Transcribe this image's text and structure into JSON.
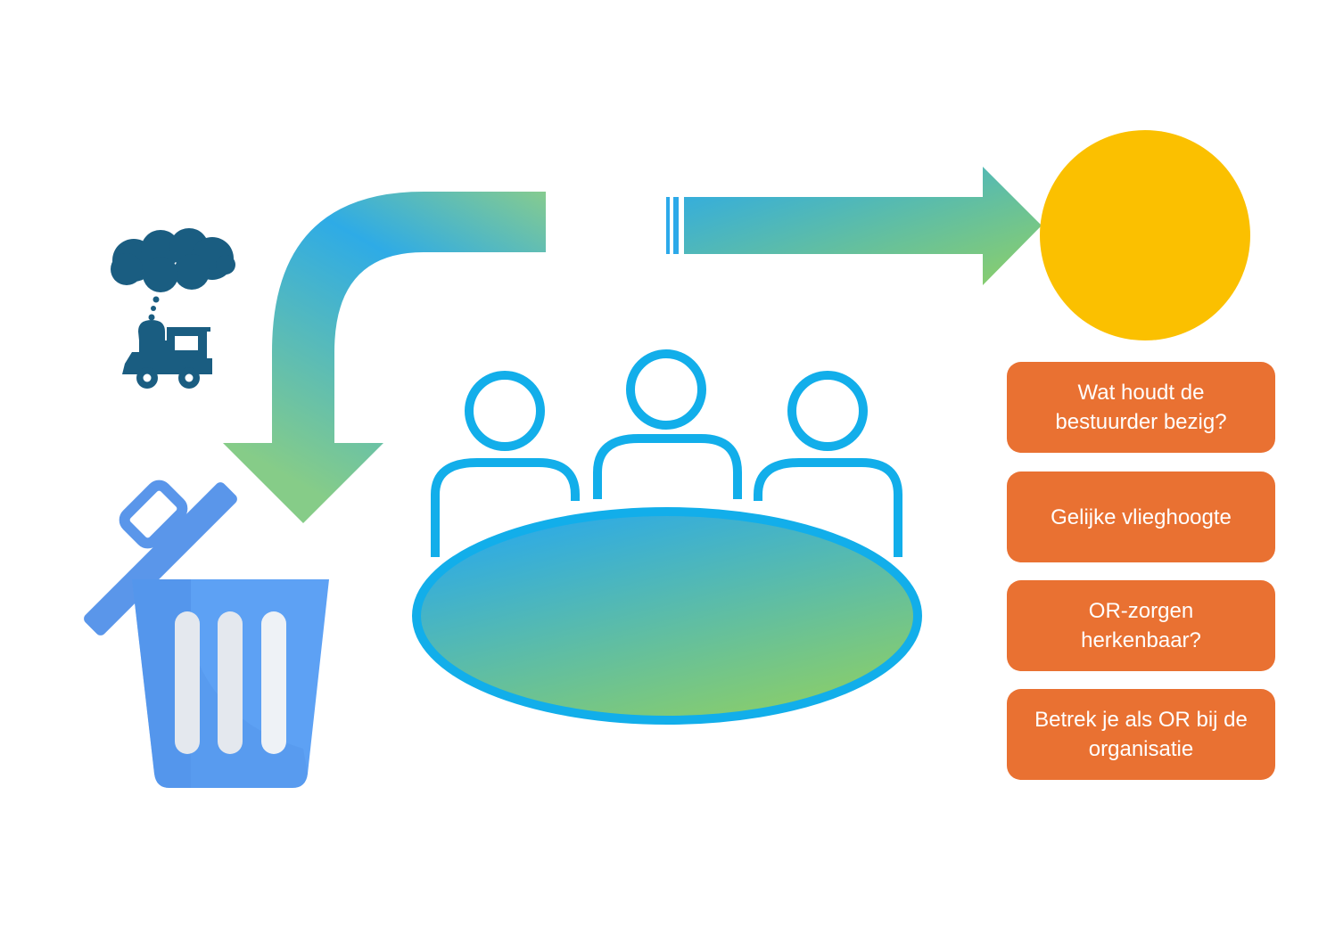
{
  "colors": {
    "arrow_gradient_start": "#2aa8ea",
    "arrow_gradient_end": "#8cce6a",
    "people_outline": "#12aeea",
    "sun": "#fbc000",
    "train": "#1a5d81",
    "trash_bin": "#5da1f4",
    "trash_lid": "#5a96ea",
    "box_fill": "#e97132",
    "box_text": "#ffffff"
  },
  "icons": {
    "train": "steam-train-icon",
    "trash": "trash-bin-icon",
    "meeting": "meeting-table-icon",
    "sun": "sun-circle"
  },
  "boxes": [
    {
      "line1": "Wat houdt de",
      "line2": "bestuurder bezig?"
    },
    {
      "line1": "Gelijke vlieghoogte",
      "line2": ""
    },
    {
      "line1": "OR-zorgen",
      "line2": "herkenbaar?"
    },
    {
      "line1": "Betrek je als OR bij de",
      "line2": "organisatie"
    }
  ]
}
